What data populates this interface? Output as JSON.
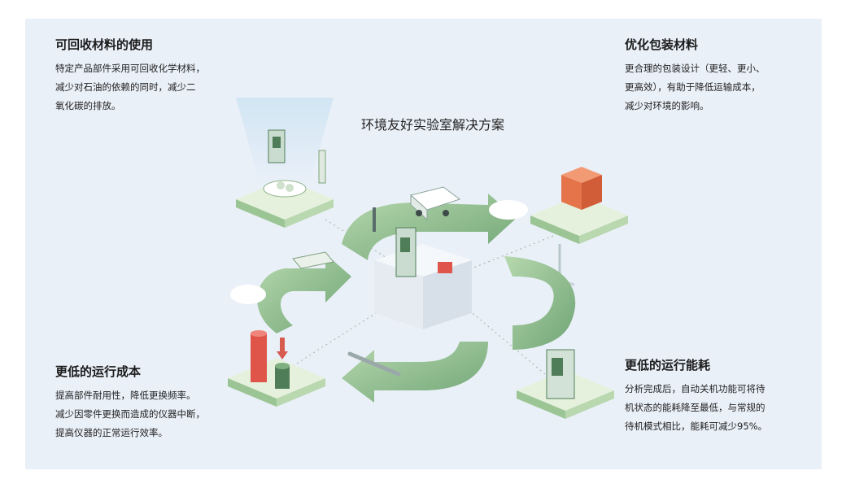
{
  "title": "环境友好实验室解决方案",
  "blocks": {
    "top_left": {
      "heading": "可回收材料的使用",
      "body": "特定产品部件采用可回收化学材料，\n减少对石油的依赖的同时，减少二\n氧化碳的排放。"
    },
    "top_right": {
      "heading": "优化包装材料",
      "body": "更合理的包装设计（更轻、更小、\n更高效），有助于降低运输成本，\n减少对环境的影响。"
    },
    "bottom_left": {
      "heading": "更低的运行成本",
      "body": "提高部件耐用性，降低更换频率。\n减少因零件更换而造成的仪器中断，\n提高仪器的正常运行效率。"
    },
    "bottom_right": {
      "heading": "更低的运行能耗",
      "body": "分析完成后，自动关机功能可将待\n机状态的能耗降至最低，与常规的\n待机模式相比，能耗可减少95%。"
    }
  },
  "colors": {
    "panel": "#eaf0f8",
    "arrow_green": "#8fbf8a",
    "arrow_dark": "#4f7d58",
    "platform_light": "#d9ecd2",
    "accent_orange": "#e5744b",
    "accent_red": "#e0554a"
  },
  "icons": [
    "recycle-plant-icon",
    "package-box-icon",
    "coin-stack-icon",
    "wind-turbine-icon",
    "truck-icon",
    "instrument-icon",
    "cloud-icon",
    "solar-panel-icon",
    "wrench-icon"
  ]
}
